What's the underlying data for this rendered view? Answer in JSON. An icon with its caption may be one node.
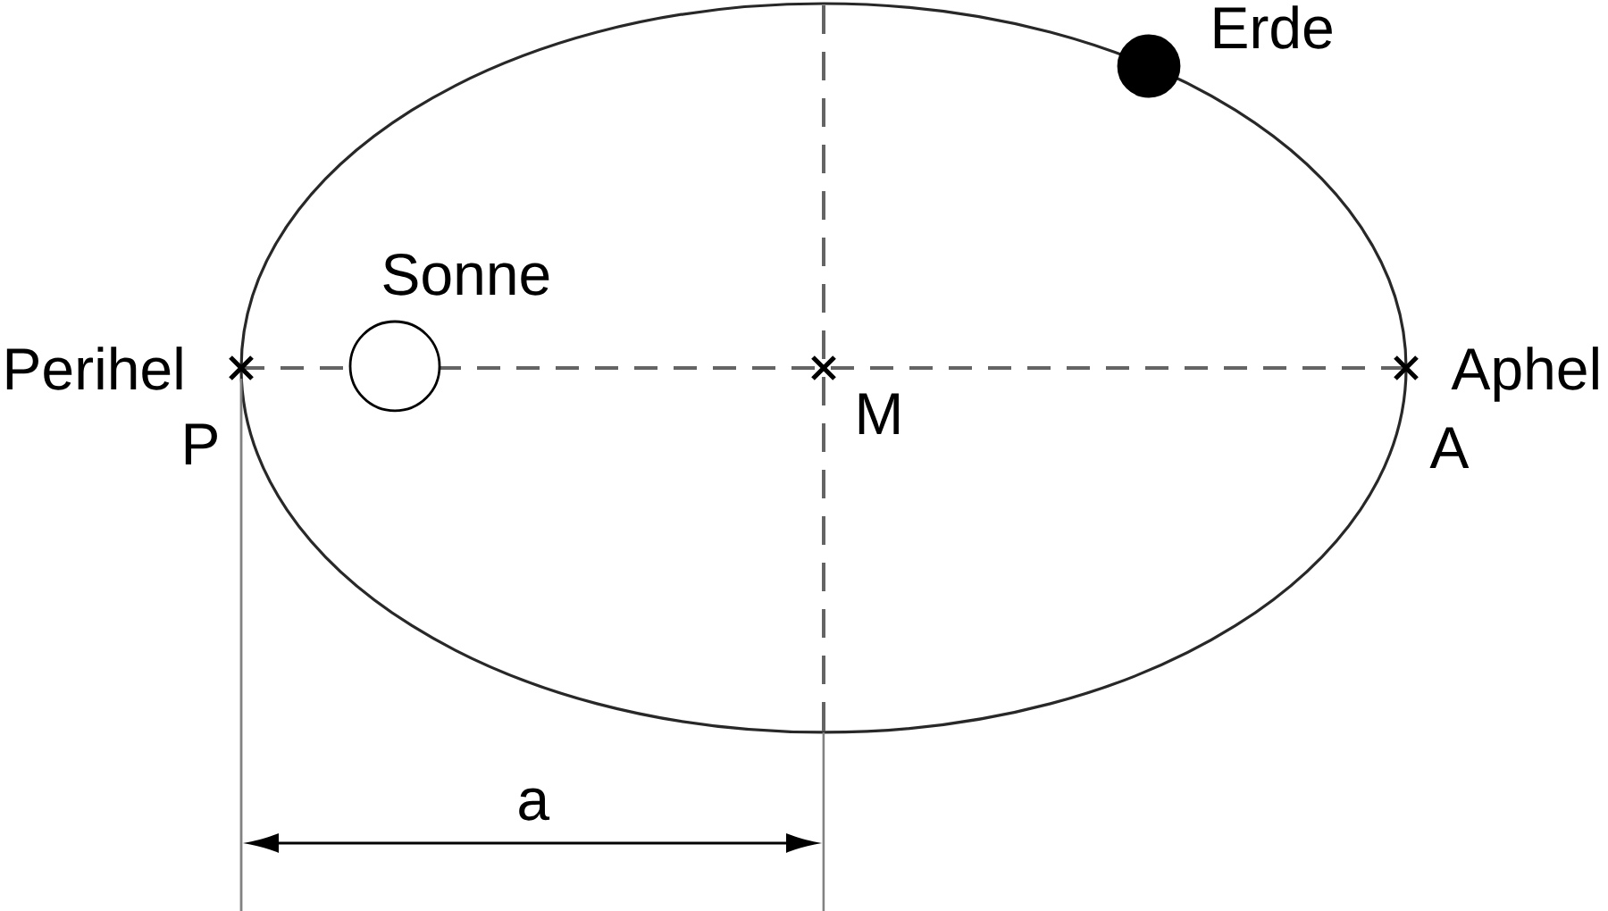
{
  "diagram": {
    "nodes": [
      {
        "text": [],
        "shape": "circle",
        "beside": [
          "Sonne"
        ]
      },
      {
        "text": [],
        "shape": "circle",
        "beside": [
          "Erde"
        ]
      }
    ],
    "labels": [
      "Perihel",
      "Aphel",
      "P",
      "M",
      "A",
      "a"
    ]
  }
}
